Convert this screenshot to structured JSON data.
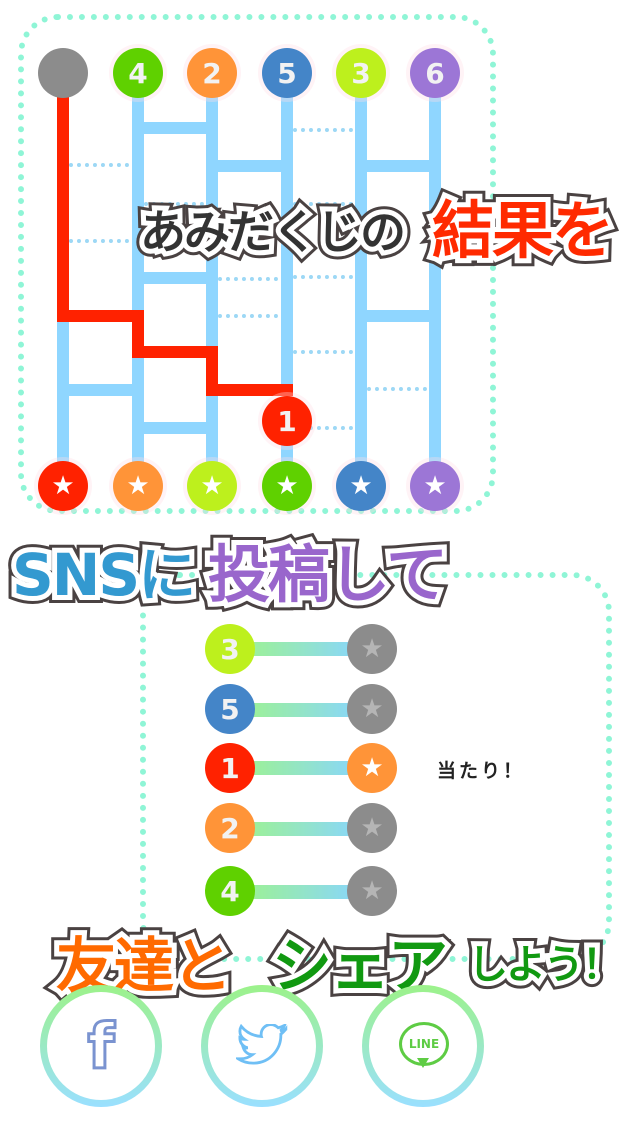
{
  "ladder": {
    "top_badges": [
      {
        "label": "",
        "color": "#8c8c8c"
      },
      {
        "label": "4",
        "color": "#5fd100"
      },
      {
        "label": "2",
        "color": "#ff9438"
      },
      {
        "label": "5",
        "color": "#4485c8"
      },
      {
        "label": "3",
        "color": "#bdf01d"
      },
      {
        "label": "6",
        "color": "#9c76d6"
      }
    ],
    "bottom_badges": [
      {
        "icon": "star",
        "color": "#ff2200"
      },
      {
        "icon": "star",
        "color": "#ff9438"
      },
      {
        "icon": "star",
        "color": "#bdf01d"
      },
      {
        "icon": "star",
        "color": "#5fd100"
      },
      {
        "icon": "star",
        "color": "#4485c8"
      },
      {
        "icon": "star",
        "color": "#9c76d6"
      }
    ],
    "path_badge": {
      "label": "1",
      "color": "#ff2200"
    },
    "line_color": "#8fd6ff",
    "path_color": "#ff2200"
  },
  "banners": {
    "line1_plain": "あみだくじの",
    "line1_accent": "結果を",
    "line2_sns": "SNSに",
    "line2_accent": "投稿して",
    "line3_friends": "友達と",
    "line3_share": "シェア",
    "line3_tail": "しよう！"
  },
  "results": {
    "rows": [
      {
        "number": "3",
        "color": "#bdf01d",
        "prize_color": "#8c8c8c",
        "win": false
      },
      {
        "number": "5",
        "color": "#4485c8",
        "prize_color": "#8c8c8c",
        "win": false
      },
      {
        "number": "1",
        "color": "#ff2200",
        "prize_color": "#ff9438",
        "win": true
      },
      {
        "number": "2",
        "color": "#ff9438",
        "prize_color": "#8c8c8c",
        "win": false
      },
      {
        "number": "4",
        "color": "#5fd100",
        "prize_color": "#8c8c8c",
        "win": false
      }
    ],
    "win_label": "当たり！"
  },
  "share": {
    "facebook": "f",
    "twitter": "twitter",
    "line": "LINE"
  }
}
